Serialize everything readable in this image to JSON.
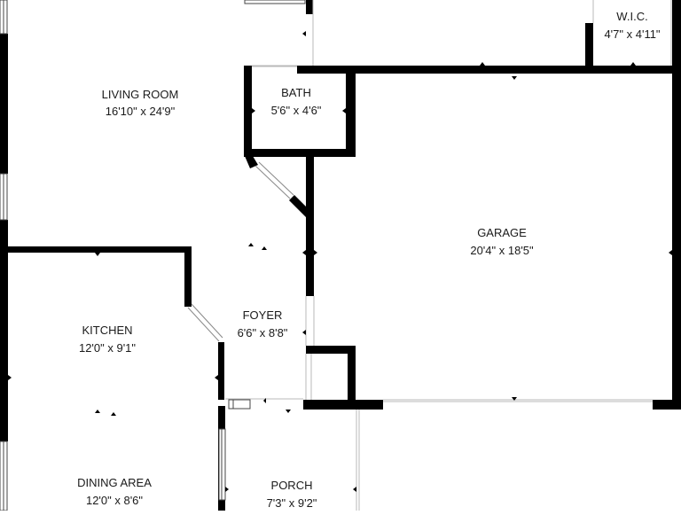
{
  "rooms": [
    {
      "id": "living-room",
      "name": "LIVING ROOM",
      "dimensions": "16'10\" x 24'9\""
    },
    {
      "id": "bath",
      "name": "BATH",
      "dimensions": "5'6\" x 4'6\""
    },
    {
      "id": "wic",
      "name": "W.I.C.",
      "dimensions": "4'7\" x 4'11\""
    },
    {
      "id": "garage",
      "name": "GARAGE",
      "dimensions": "20'4\" x 18'5\""
    },
    {
      "id": "kitchen",
      "name": "KITCHEN",
      "dimensions": "12'0\" x 9'1\""
    },
    {
      "id": "foyer",
      "name": "FOYER",
      "dimensions": "6'6\" x 8'8\""
    },
    {
      "id": "dining-area",
      "name": "DINING AREA",
      "dimensions": "12'0\" x 8'6\""
    },
    {
      "id": "porch",
      "name": "PORCH",
      "dimensions": "7'3\" x 9'2\""
    }
  ],
  "colors": {
    "wall": "#000000",
    "background": "#ffffff",
    "thin_line": "#b8b8b8",
    "text": "#1a1a1a"
  }
}
